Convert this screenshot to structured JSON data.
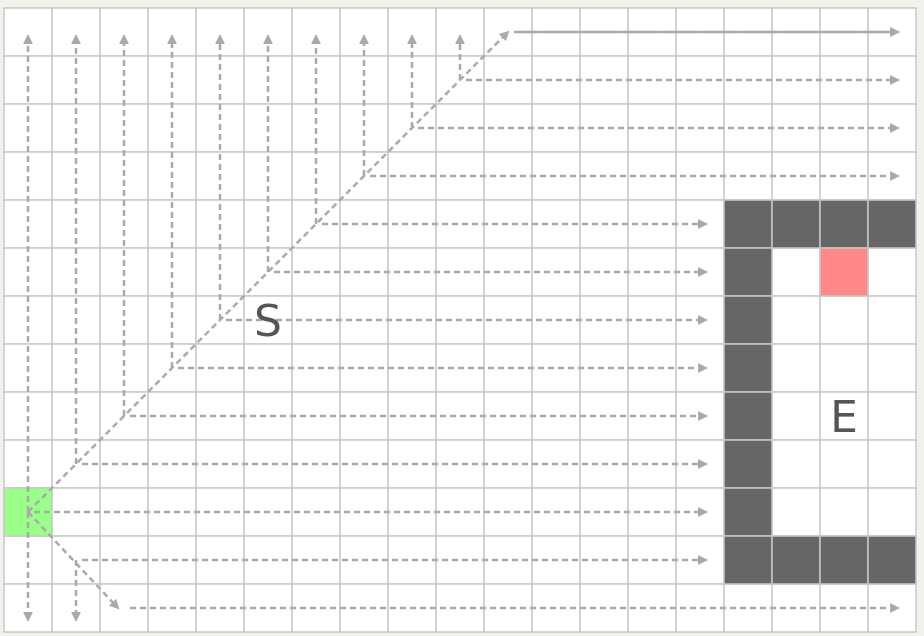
{
  "grid": {
    "cols": 19,
    "rows": 13,
    "line_color": "#c8c8c8",
    "cell_color": "#ffffff",
    "background": "#f2f1ec"
  },
  "walls": {
    "color": "#666666",
    "cells": [
      [
        15,
        4
      ],
      [
        16,
        4
      ],
      [
        17,
        4
      ],
      [
        18,
        4
      ],
      [
        15,
        5
      ],
      [
        15,
        6
      ],
      [
        15,
        7
      ],
      [
        15,
        8
      ],
      [
        15,
        9
      ],
      [
        15,
        10
      ],
      [
        15,
        11
      ],
      [
        16,
        11
      ],
      [
        17,
        11
      ],
      [
        18,
        11
      ]
    ]
  },
  "highlights": [
    {
      "name": "origin-cell",
      "color": "#99ff88",
      "col": 0,
      "row": 10
    },
    {
      "name": "target-cell",
      "color": "#ff8888",
      "col": 17,
      "row": 5
    }
  ],
  "labels": [
    {
      "name": "start-label",
      "text": "S",
      "col": 5,
      "row": 6
    },
    {
      "name": "end-label",
      "text": "E",
      "col": 17,
      "row": 8
    }
  ],
  "arrows": {
    "color": "#aaaaaa",
    "source": [
      0,
      10
    ],
    "up_cols": [
      0,
      1,
      2,
      3,
      4,
      5,
      6,
      7,
      8,
      9
    ],
    "diagonal_end": [
      10,
      0
    ],
    "right_rows_stopped": [
      4,
      5,
      6,
      7,
      8,
      9,
      10,
      11
    ],
    "right_rows_full": [
      0,
      1,
      2,
      3,
      12
    ],
    "stop_col": 14,
    "down_cols": [
      0,
      1
    ],
    "down_right_end": [
      2,
      12
    ]
  }
}
